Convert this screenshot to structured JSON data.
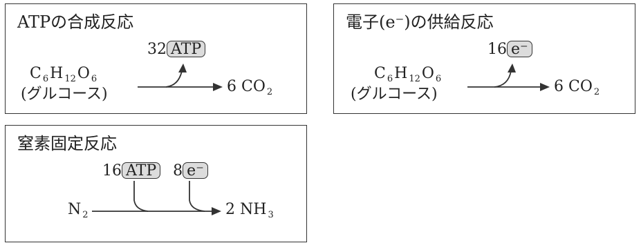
{
  "panels": {
    "atp_synthesis": {
      "title": "ATPの合成反応",
      "amount": "32",
      "carrier": "ATP",
      "reactant_formula": {
        "c": "C",
        "c_n": "6",
        "h": "H",
        "h_n": "12",
        "o": "O",
        "o_n": "6"
      },
      "reactant_name": "(グルコース)",
      "product": {
        "coef": "6",
        "formula": "CO",
        "sub": "2"
      }
    },
    "electron_supply": {
      "title": "電子(e⁻)の供給反応",
      "amount": "16",
      "carrier": "e⁻",
      "reactant_formula": {
        "c": "C",
        "c_n": "6",
        "h": "H",
        "h_n": "12",
        "o": "O",
        "o_n": "6"
      },
      "reactant_name": "(グルコース)",
      "product": {
        "coef": "6",
        "formula": "CO",
        "sub": "2"
      }
    },
    "nitrogen_fixation": {
      "title": "窒素固定反応",
      "atp_amount": "16",
      "atp_label": "ATP",
      "e_amount": "8",
      "e_label": "e⁻",
      "reactant": {
        "formula": "N",
        "sub": "2"
      },
      "product": {
        "coef": "2",
        "formula": "NH",
        "sub": "3"
      }
    }
  },
  "colors": {
    "border": "#333333",
    "pill_fill": "#dcdcdc",
    "text": "#222222"
  }
}
